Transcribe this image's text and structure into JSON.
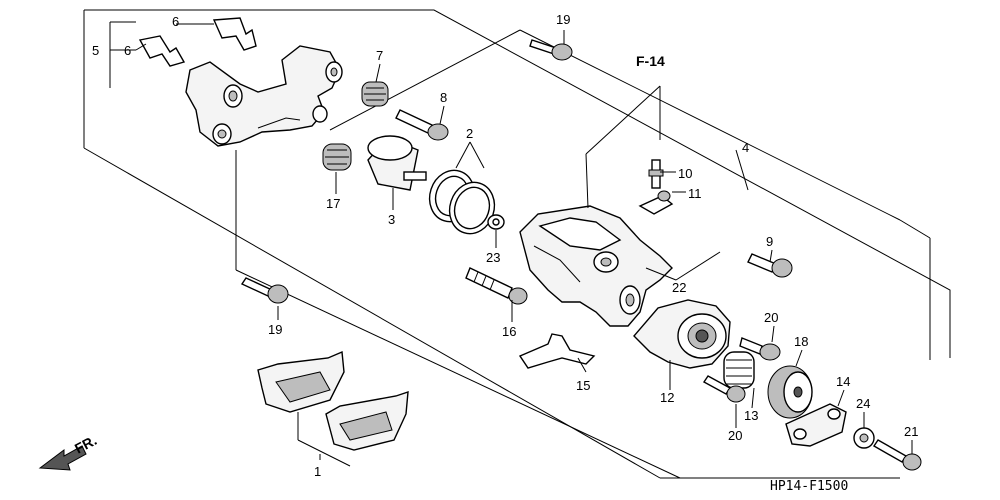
{
  "diagram": {
    "code": "HP14-F1500",
    "ref_label": "F-14",
    "direction_label": "FR.",
    "callouts": [
      "1",
      "2",
      "3",
      "4",
      "5",
      "6",
      "6",
      "7",
      "8",
      "9",
      "10",
      "11",
      "12",
      "13",
      "14",
      "15",
      "16",
      "17",
      "18",
      "19",
      "19",
      "20",
      "20",
      "21",
      "22",
      "23",
      "24"
    ]
  }
}
